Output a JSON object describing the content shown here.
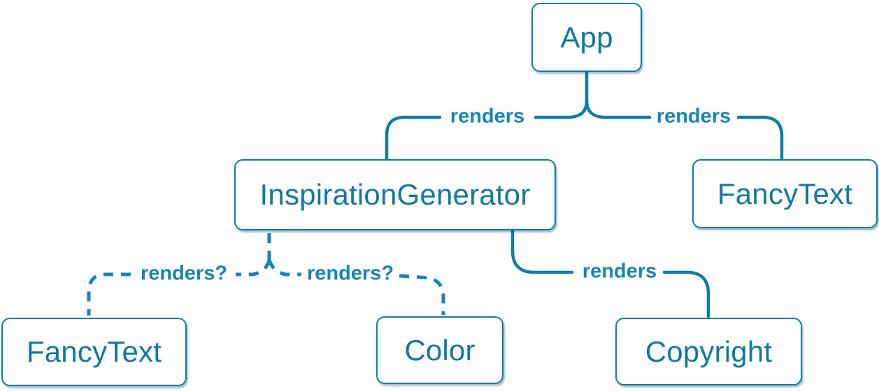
{
  "diagram": {
    "type": "tree",
    "description": "Component render tree",
    "nodes": [
      {
        "id": "app",
        "label": "App"
      },
      {
        "id": "inspiration-generator",
        "label": "InspirationGenerator"
      },
      {
        "id": "fancy-text-top",
        "label": "FancyText"
      },
      {
        "id": "fancy-text-bottom",
        "label": "FancyText"
      },
      {
        "id": "color",
        "label": "Color"
      },
      {
        "id": "copyright",
        "label": "Copyright"
      }
    ],
    "edges": [
      {
        "from": "App",
        "to": "InspirationGenerator",
        "label": "renders",
        "style": "solid"
      },
      {
        "from": "App",
        "to": "FancyText",
        "label": "renders",
        "style": "solid"
      },
      {
        "from": "InspirationGenerator",
        "to": "FancyText",
        "label": "renders?",
        "style": "dashed"
      },
      {
        "from": "InspirationGenerator",
        "to": "Color",
        "label": "renders?",
        "style": "dashed"
      },
      {
        "from": "InspirationGenerator",
        "to": "Copyright",
        "label": "renders",
        "style": "solid"
      }
    ]
  },
  "colors": {
    "node_border": "#0b7da6",
    "node_text": "#10799f",
    "solid_line": "#0e7ea6",
    "dashed_line": "#1585b7",
    "label_text": "#1585b7",
    "node_bg": "#ffffff",
    "page_bg": "#ffffff"
  }
}
